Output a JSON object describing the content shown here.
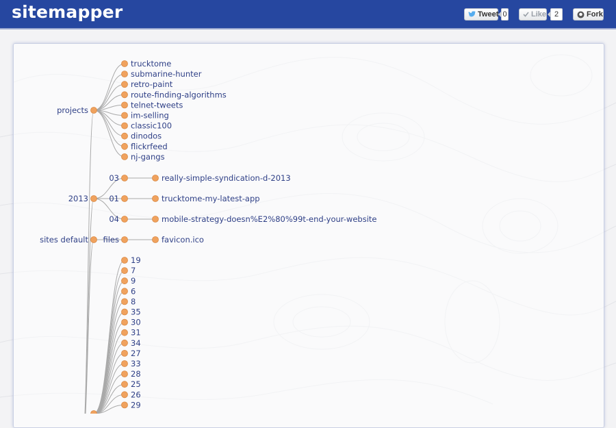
{
  "app": {
    "title": "sitemapper",
    "tweet_label": "Tweet",
    "tweet_count": "0",
    "like_label": "Like",
    "like_count": "2",
    "fork_label": "Fork"
  },
  "colors": {
    "header": "#2647a0",
    "node": "#f0a25e",
    "node_stroke": "#d98a45",
    "link": "#a9a9a9",
    "label": "#2e3f86"
  },
  "tree": {
    "name": "",
    "children": [
      {
        "name": "projects",
        "children": [
          {
            "name": "trucktome"
          },
          {
            "name": "submarine-hunter"
          },
          {
            "name": "retro-paint"
          },
          {
            "name": "route-finding-algorithms"
          },
          {
            "name": "telnet-tweets"
          },
          {
            "name": "im-selling"
          },
          {
            "name": "classic100"
          },
          {
            "name": "dinodos"
          },
          {
            "name": "flickrfeed"
          },
          {
            "name": "nj-gangs"
          }
        ]
      },
      {
        "name": "2013",
        "children": [
          {
            "name": "03",
            "children": [
              {
                "name": "really-simple-syndication-d-2013"
              }
            ]
          },
          {
            "name": "01",
            "children": [
              {
                "name": "trucktome-my-latest-app"
              }
            ]
          },
          {
            "name": "04",
            "children": [
              {
                "name": "mobile-strategy-doesn%E2%80%99t-end-your-website"
              }
            ]
          }
        ]
      },
      {
        "name": "sites default",
        "children": [
          {
            "name": "files",
            "children": [
              {
                "name": "favicon.ico"
              }
            ]
          }
        ]
      },
      {
        "name": "",
        "children": [
          {
            "name": "19"
          },
          {
            "name": "7"
          },
          {
            "name": "9"
          },
          {
            "name": "6"
          },
          {
            "name": "8"
          },
          {
            "name": "35"
          },
          {
            "name": "30"
          },
          {
            "name": "31"
          },
          {
            "name": "34"
          },
          {
            "name": "27"
          },
          {
            "name": "33"
          },
          {
            "name": "28"
          },
          {
            "name": "25"
          },
          {
            "name": "26"
          },
          {
            "name": "29"
          }
        ]
      }
    ]
  }
}
